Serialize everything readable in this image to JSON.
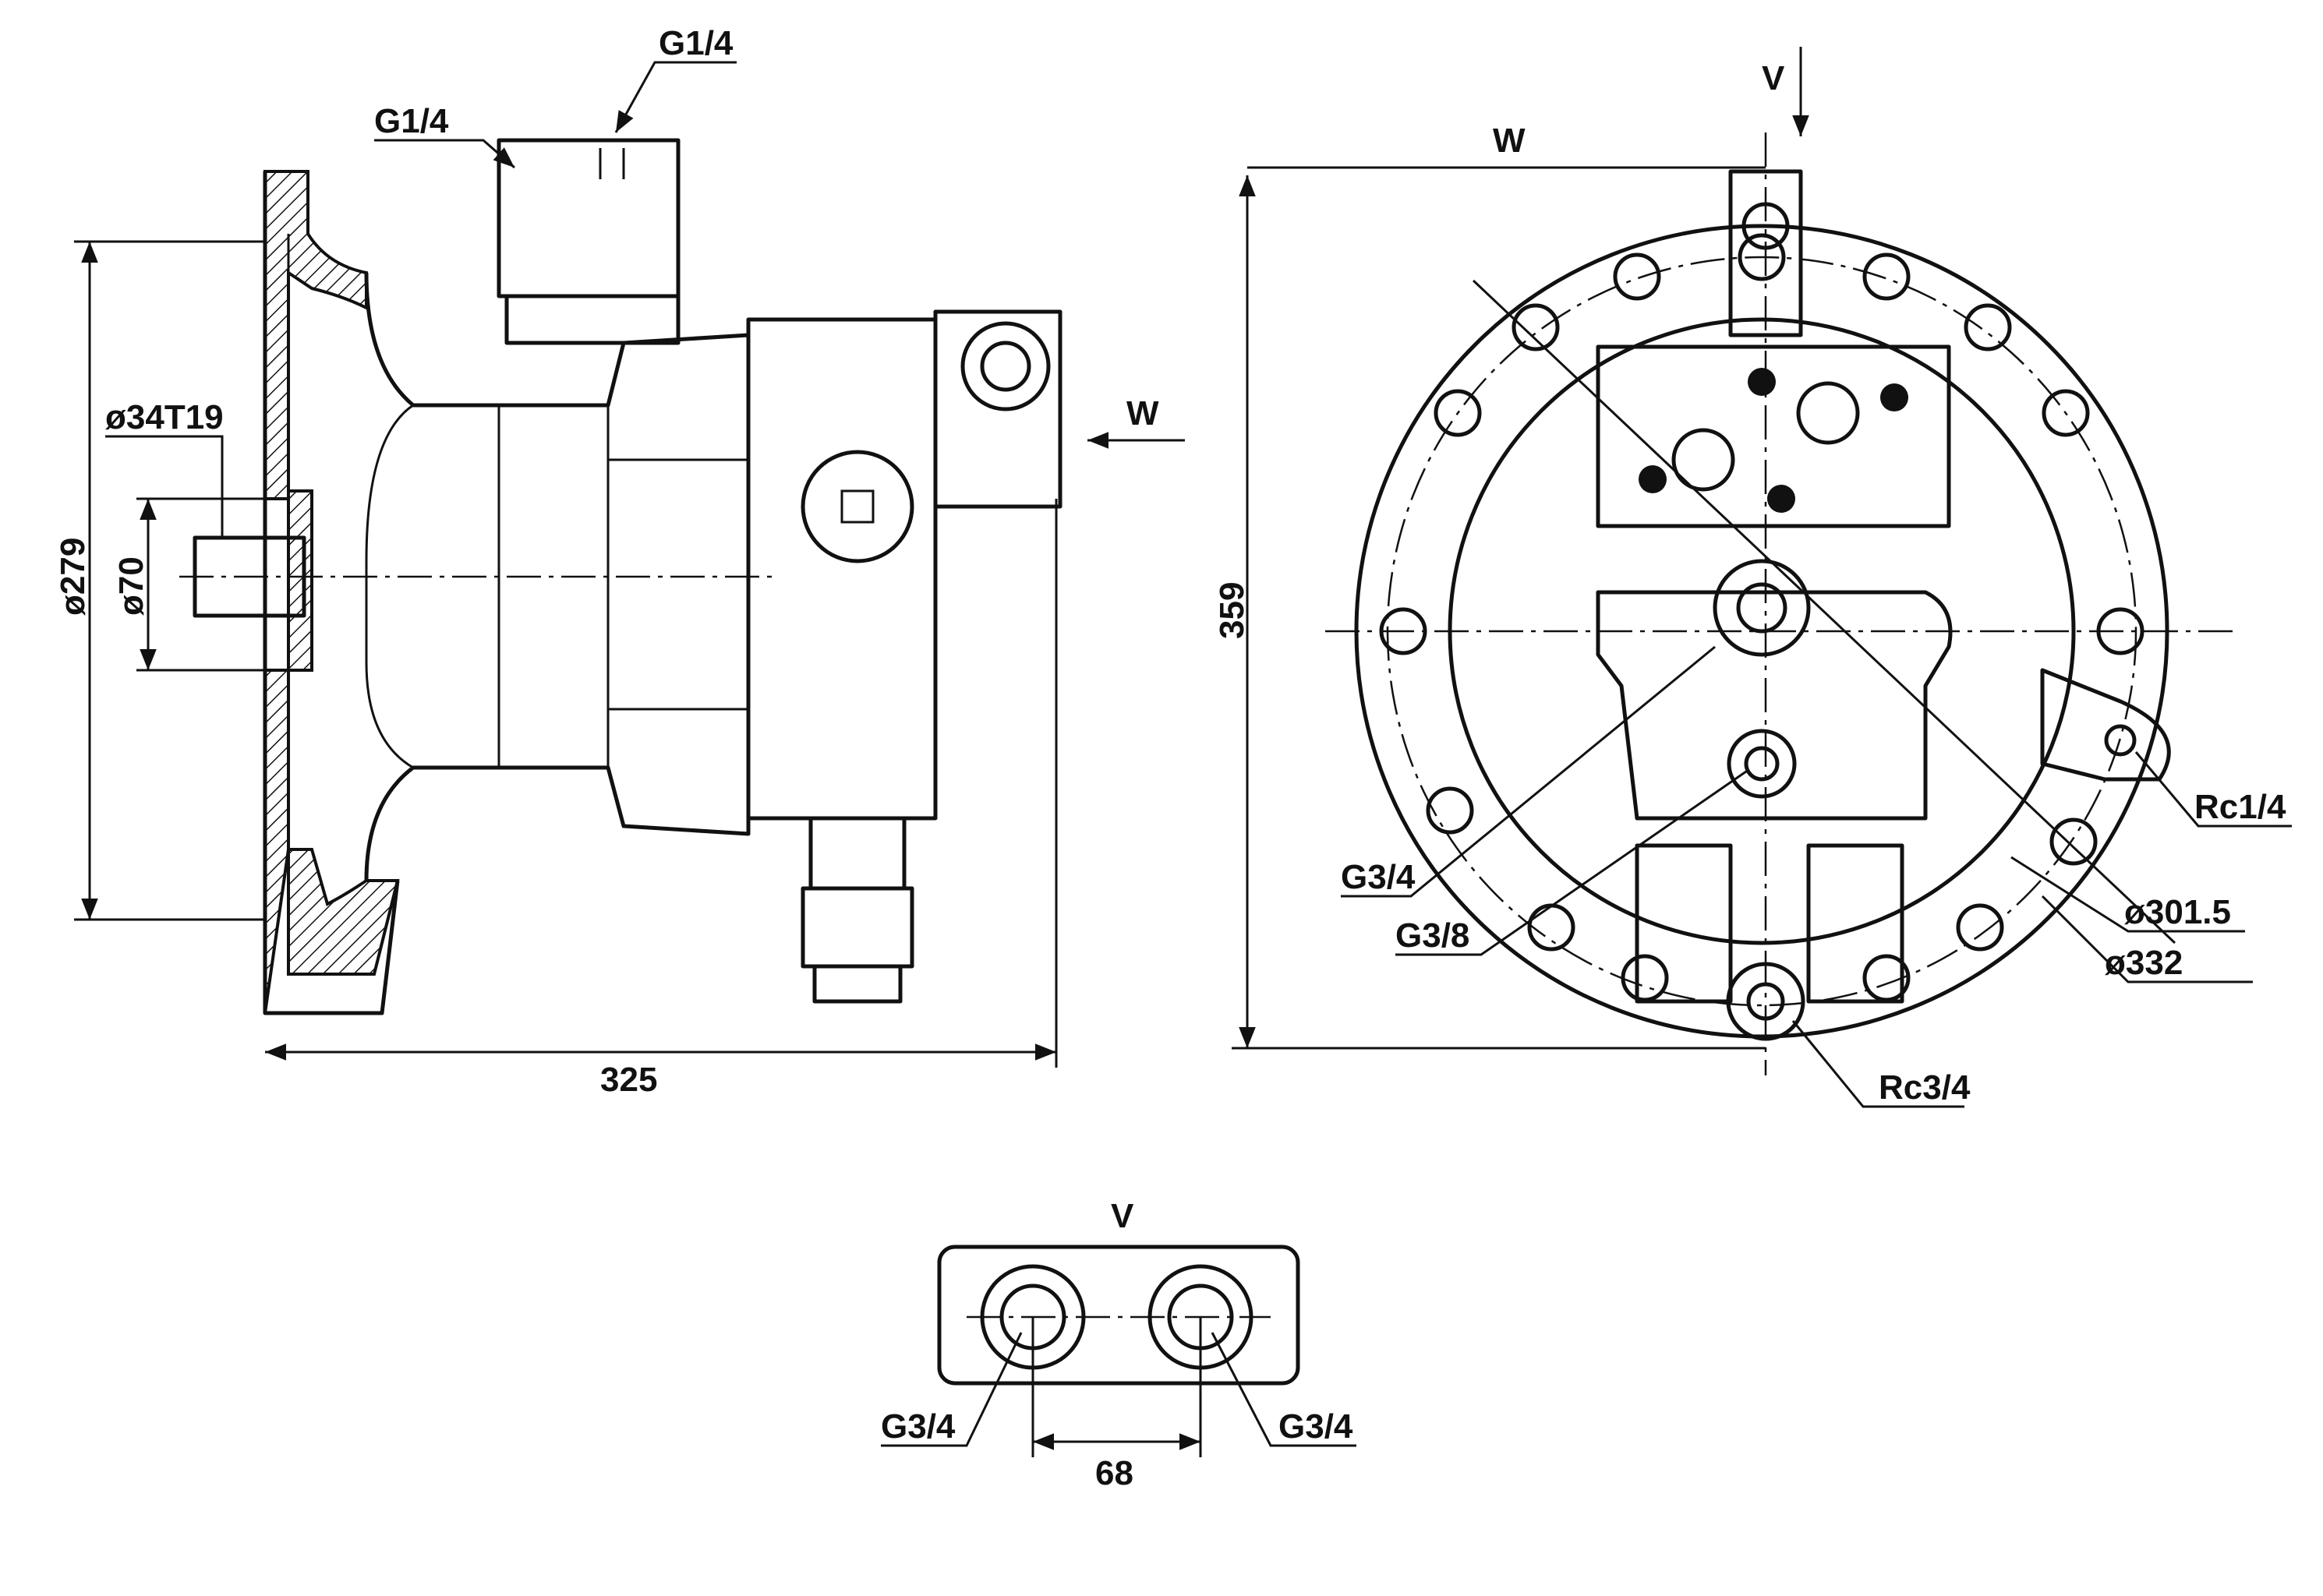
{
  "title": "Swing motor dimension drawing",
  "side_view": {
    "port_top_right": "G1/4",
    "port_top_left": "G1/4",
    "spline": "ø34T19",
    "flange_diameter": "ø279",
    "shaft_diameter": "ø70",
    "overall_length": "325",
    "view_arrow": "W"
  },
  "end_view": {
    "view_arrow_top": "V",
    "width_arrow": "W",
    "overall_height": "359",
    "port_g34": "G3/4",
    "port_g38": "G3/8",
    "port_rc14": "Rc1/4",
    "bolt_circle": "ø301.5",
    "outer_diameter": "ø332",
    "drain_port": "Rc3/4"
  },
  "detail_view": {
    "title": "V",
    "port_left": "G3/4",
    "port_right": "G3/4",
    "port_spacing": "68"
  }
}
